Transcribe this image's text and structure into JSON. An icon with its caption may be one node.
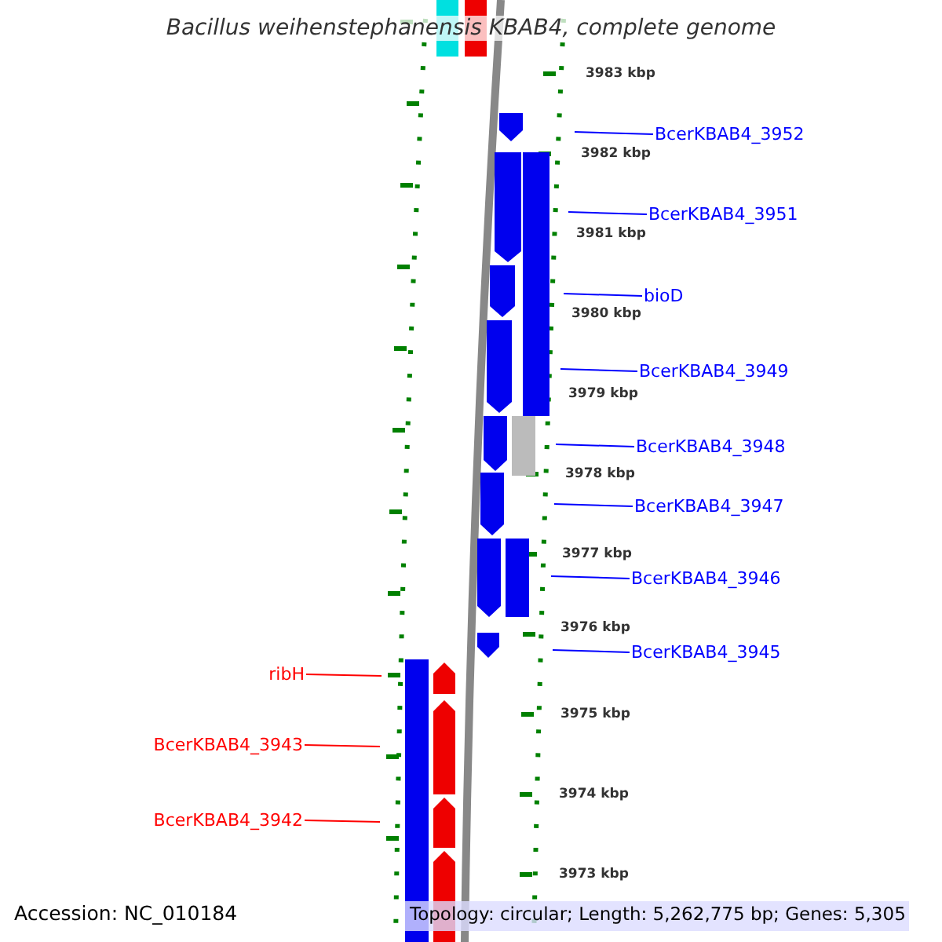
{
  "diagram": {
    "title": "Bacillus weihenstephanensis KBAB4, complete genome",
    "nodes": [
      {
        "text": [
          "BcerKBAB4_3952"
        ]
      },
      {
        "text": [
          "BcerKBAB4_3951"
        ]
      },
      {
        "text": [
          "bioD"
        ]
      },
      {
        "text": [
          "BcerKBAB4_3949"
        ]
      },
      {
        "text": [
          "BcerKBAB4_3948"
        ]
      },
      {
        "text": [
          "BcerKBAB4_3947"
        ]
      },
      {
        "text": [
          "BcerKBAB4_3946"
        ]
      },
      {
        "text": [
          "BcerKBAB4_3945"
        ]
      },
      {
        "text": [
          "ribH"
        ]
      },
      {
        "text": [
          "BcerKBAB4_3943"
        ]
      },
      {
        "text": [
          "BcerKBAB4_3942"
        ]
      }
    ],
    "edges": [
      {
        "from": 0,
        "to": null,
        "arrow": "none"
      },
      {
        "from": 1,
        "to": null,
        "arrow": "none"
      },
      {
        "from": 2,
        "to": null,
        "arrow": "none"
      },
      {
        "from": 3,
        "to": null,
        "arrow": "none"
      },
      {
        "from": 4,
        "to": null,
        "arrow": "none"
      },
      {
        "from": 5,
        "to": null,
        "arrow": "none"
      },
      {
        "from": 6,
        "to": null,
        "arrow": "none"
      },
      {
        "from": 7,
        "to": null,
        "arrow": "none"
      },
      {
        "from": 8,
        "to": null,
        "arrow": "none",
        "color": "#ff0000"
      },
      {
        "from": 9,
        "to": null,
        "arrow": "none",
        "color": "#ff0000"
      },
      {
        "from": 10,
        "to": null,
        "arrow": "none",
        "color": "#ff0000"
      }
    ],
    "labels": [
      "3983 kbp",
      "3982 kbp",
      "3981 kbp",
      "3980 kbp",
      "3979 kbp",
      "3978 kbp",
      "3977 kbp",
      "3976 kbp",
      "3975 kbp",
      "3974 kbp",
      "3973 kbp",
      "Accession: NC_010184",
      "Topology: circular; Length: 5,262,775 bp; Genes: 5,305"
    ]
  }
}
